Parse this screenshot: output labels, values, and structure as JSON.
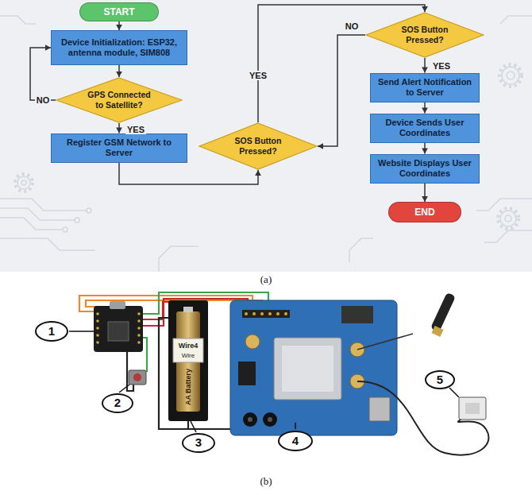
{
  "diagram": {
    "nodes": [
      {
        "text": [
          "START"
        ]
      },
      {
        "text": [
          "Device Initialization: ESP32, antenna module, SIM808"
        ]
      },
      {
        "text": [
          "GPS Connected to Satellite?"
        ]
      },
      {
        "text": [
          "Register GSM Network to Server"
        ]
      },
      {
        "text": [
          "SOS Button Pressed?"
        ]
      },
      {
        "text": [
          "SOS Button Pressed?"
        ]
      },
      {
        "text": [
          "Send Alert Notification to Server"
        ]
      },
      {
        "text": [
          "Device Sends User Coordinates"
        ]
      },
      {
        "text": [
          "Website Displays User Coordinates"
        ]
      },
      {
        "text": [
          "END"
        ]
      },
      {
        "text": [
          "1"
        ]
      },
      {
        "text": [
          "2"
        ]
      },
      {
        "text": [
          "3"
        ]
      },
      {
        "text": [
          "4"
        ]
      },
      {
        "text": [
          "5"
        ]
      }
    ],
    "edges": [
      {
        "from": 0,
        "to": 1,
        "arrow": "to"
      },
      {
        "from": 1,
        "to": 2,
        "arrow": "to"
      },
      {
        "from": 2,
        "to": 1,
        "label": "NO",
        "arrow": "to"
      },
      {
        "from": 2,
        "to": 3,
        "label": "YES",
        "arrow": "to"
      },
      {
        "from": 3,
        "to": 4,
        "arrow": "to"
      },
      {
        "from": 4,
        "to": 5,
        "label": "YES",
        "arrow": "to"
      },
      {
        "from": 5,
        "to": 4,
        "label": "NO",
        "arrow": "to"
      },
      {
        "from": 5,
        "to": 6,
        "label": "YES",
        "arrow": "to"
      },
      {
        "from": 6,
        "to": 7,
        "arrow": "to"
      },
      {
        "from": 7,
        "to": 8,
        "arrow": "to"
      },
      {
        "from": 8,
        "to": 9,
        "arrow": "to"
      }
    ],
    "labels": [
      "(a)",
      "Wire4",
      "Wire",
      "AA Battery",
      "(b)"
    ]
  }
}
